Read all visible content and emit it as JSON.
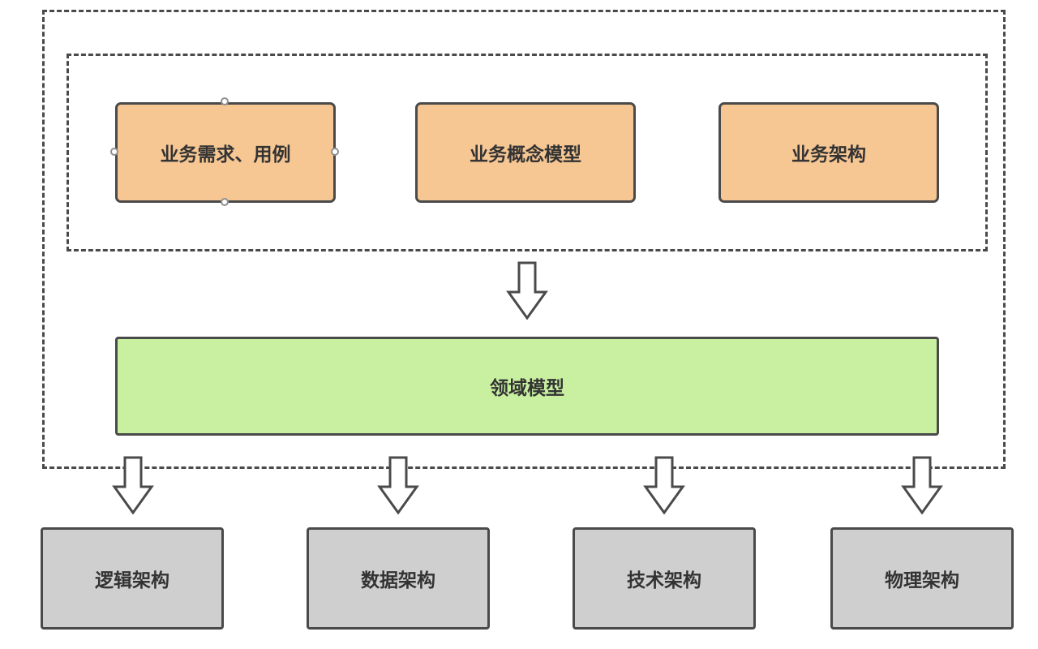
{
  "colors": {
    "box_orange": "#F6C693",
    "box_green": "#C8F0A0",
    "box_gray": "#CFCFCF",
    "border_dark": "#4A4A4A"
  },
  "business_group": {
    "boxes": [
      {
        "label": "业务需求、用例"
      },
      {
        "label": "业务概念模型"
      },
      {
        "label": "业务架构"
      }
    ]
  },
  "domain_model": {
    "label": "领域模型"
  },
  "architecture_row": [
    {
      "label": "逻辑架构"
    },
    {
      "label": "数据架构"
    },
    {
      "label": "技术架构"
    },
    {
      "label": "物理架构"
    }
  ]
}
